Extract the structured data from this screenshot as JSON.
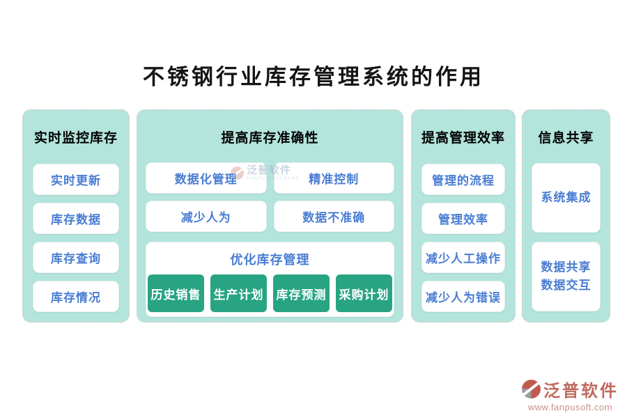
{
  "title": "不锈钢行业库存管理系统的作用",
  "colors": {
    "panel_bg": "#b3e5dc",
    "panel_border": "#ccd6d3",
    "card_text_blue": "#4a7dd3",
    "button_green": "#29a483",
    "title_color": "#141414",
    "brand_red": "#bf6a5e"
  },
  "panels": [
    {
      "header": "实时监控库存",
      "items": [
        "实时更新",
        "库存数据",
        "库存查询",
        "库存情况"
      ]
    },
    {
      "header": "提高库存准确性",
      "items": [
        "数据化管理",
        "精准控制",
        "减少人为",
        "数据不准确"
      ],
      "sub_panel": {
        "title": "优化库存管理",
        "buttons": [
          "历史销售",
          "生产计划",
          "库存预测",
          "采购计划"
        ]
      }
    },
    {
      "header": "提高管理效率",
      "items": [
        "管理的流程",
        "管理效率",
        "减少人工操作",
        "减少人为错误"
      ]
    },
    {
      "header": "信息共享",
      "items": [
        "系统集成",
        "数据共享\n数据交互"
      ]
    }
  ],
  "watermark": {
    "brand": "泛普软件",
    "sub": "FANPU SOFTWARE",
    "icon": "fanpu-circle-swoosh"
  },
  "footer_logo": {
    "brand": "泛普软件",
    "url": "www.fanpusoft.com",
    "icon": "fanpu-circle-swoosh"
  }
}
